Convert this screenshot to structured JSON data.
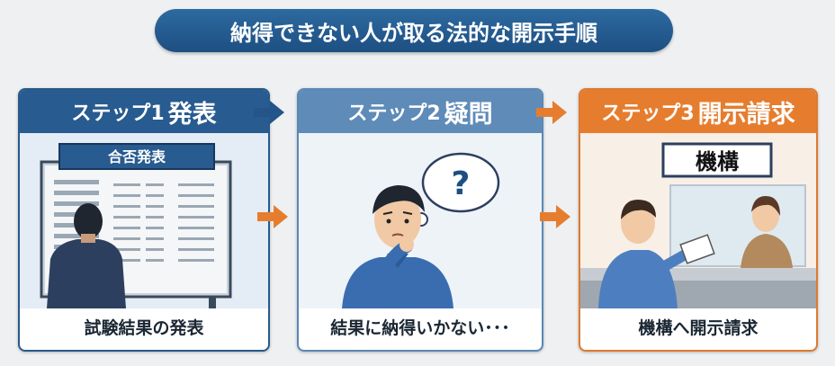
{
  "title": "納得できない人が取る法的な開示手順",
  "steps": [
    {
      "label": "ステップ1",
      "heading": "発表",
      "board_title": "合否発表",
      "caption": "試験結果の発表"
    },
    {
      "label": "ステップ2",
      "heading": "疑問",
      "thought_symbol": "?",
      "caption": "結果に納得いかない･･･"
    },
    {
      "label": "ステップ3",
      "heading": "開示請求",
      "sign_text": "機構",
      "caption": "機構へ開示請求"
    }
  ],
  "colors": {
    "step1": "#285b8f",
    "step2": "#5f8bb8",
    "step3": "#e67d2e",
    "arrow_blue": "#24558a",
    "arrow_orange": "#e67d2e"
  },
  "icons": [
    "results-board-illustration",
    "confused-man-illustration",
    "reception-counter-illustration",
    "arrow-right-icon"
  ]
}
